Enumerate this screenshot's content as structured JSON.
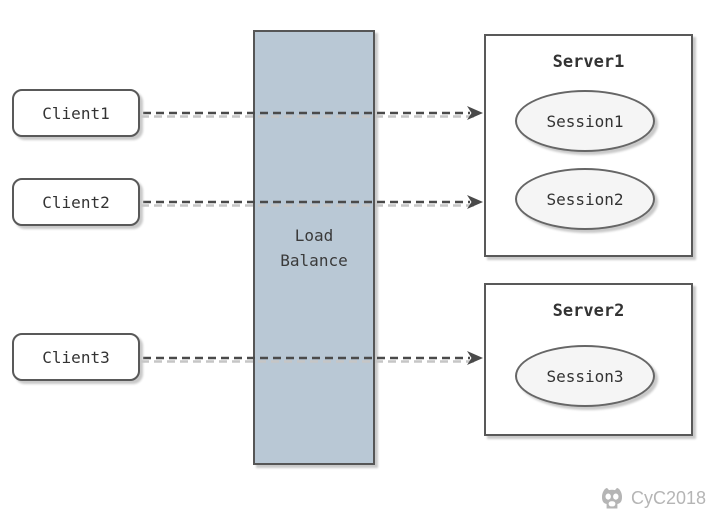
{
  "diagram": {
    "clients": [
      {
        "label": "Client1"
      },
      {
        "label": "Client2"
      },
      {
        "label": "Client3"
      }
    ],
    "load_balancer": {
      "label": "Load Balance",
      "label_lines": [
        "Load",
        "Balance"
      ]
    },
    "servers": [
      {
        "title": "Server1",
        "sessions": [
          {
            "label": "Session1"
          },
          {
            "label": "Session2"
          }
        ]
      },
      {
        "title": "Server2",
        "sessions": [
          {
            "label": "Session3"
          }
        ]
      }
    ],
    "connections": [
      {
        "from": "Client1",
        "to": "Server1"
      },
      {
        "from": "Client2",
        "to": "Server1"
      },
      {
        "from": "Client3",
        "to": "Server2"
      }
    ],
    "watermark": {
      "icon": "github-octocat-icon",
      "text": "CyC2018"
    },
    "colors": {
      "load_balancer_fill": "#b9c8d5",
      "box_border": "#595959",
      "session_fill": "#f5f5f5",
      "arrow": "#4a4a4a",
      "arrow_shadow": "#c6c6c6",
      "shadow": "#c9c9c9",
      "text": "#333333",
      "watermark": "#b5b5b5"
    }
  }
}
